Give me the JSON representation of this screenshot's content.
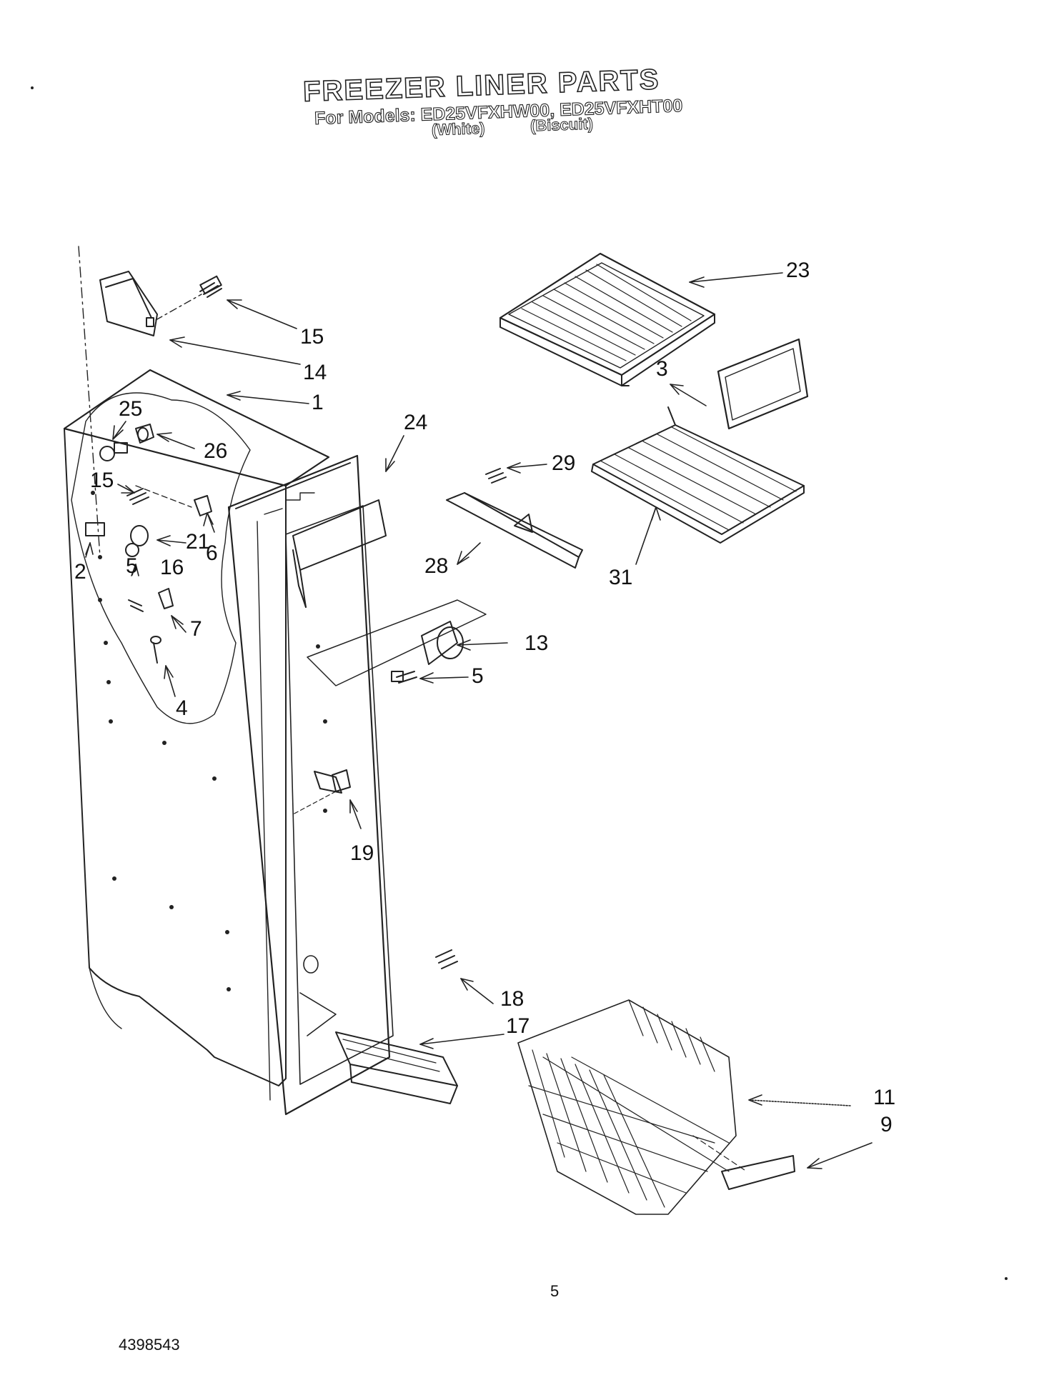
{
  "title": "FREEZER LINER PARTS",
  "subtitle": "For Models: ED25VFXHW00, ED25VFXHT00",
  "variants": [
    "(White)",
    "(Biscuit)"
  ],
  "callouts": {
    "c23": "23",
    "c15a": "15",
    "c14": "14",
    "c1": "1",
    "c3": "3",
    "c25": "25",
    "c26": "26",
    "c24": "24",
    "c29": "29",
    "c15b": "15",
    "c21": "21",
    "c6": "6",
    "c28": "28",
    "c31": "31",
    "c2": "2",
    "c5a": "5",
    "c16": "16",
    "c7": "7",
    "c13": "13",
    "c5b": "5",
    "c4": "4",
    "c19": "19",
    "c18": "18",
    "c17": "17",
    "c11": "11",
    "c9": "9"
  },
  "page_number": "5",
  "document_number": "4398543"
}
